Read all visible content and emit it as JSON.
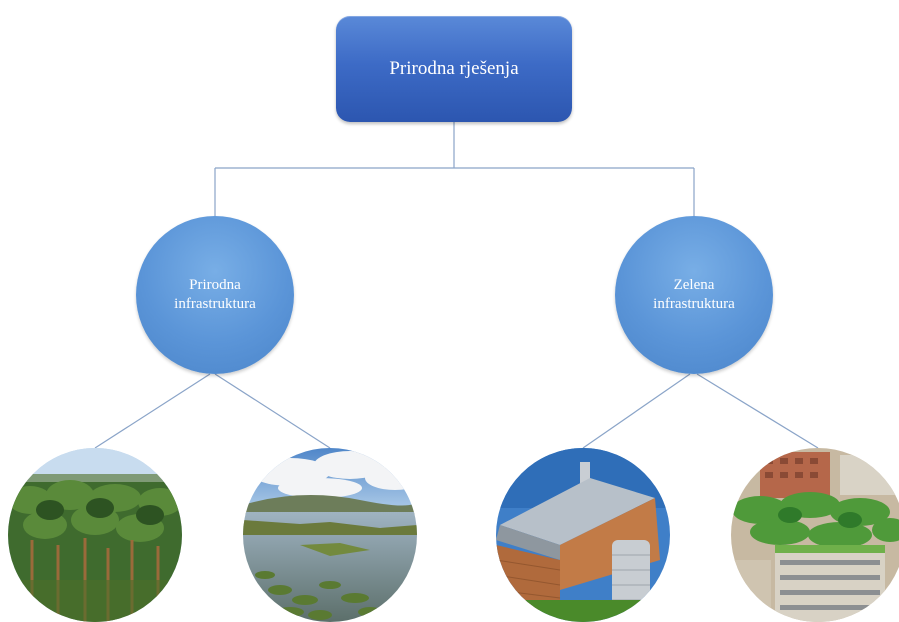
{
  "root": {
    "label": "Prirodna rješenja"
  },
  "branches": [
    {
      "line1": "Prirodna",
      "line2": "infrastruktura",
      "photos": [
        "forest-photo",
        "wetland-photo"
      ]
    },
    {
      "line1": "Zelena",
      "line2": "infrastruktura",
      "photos": [
        "rainwater-building-photo",
        "green-roof-city-photo"
      ]
    }
  ],
  "colors": {
    "root": "#3d6bc6",
    "circle": "#5b95d8",
    "connector": "#8aa4c8"
  }
}
